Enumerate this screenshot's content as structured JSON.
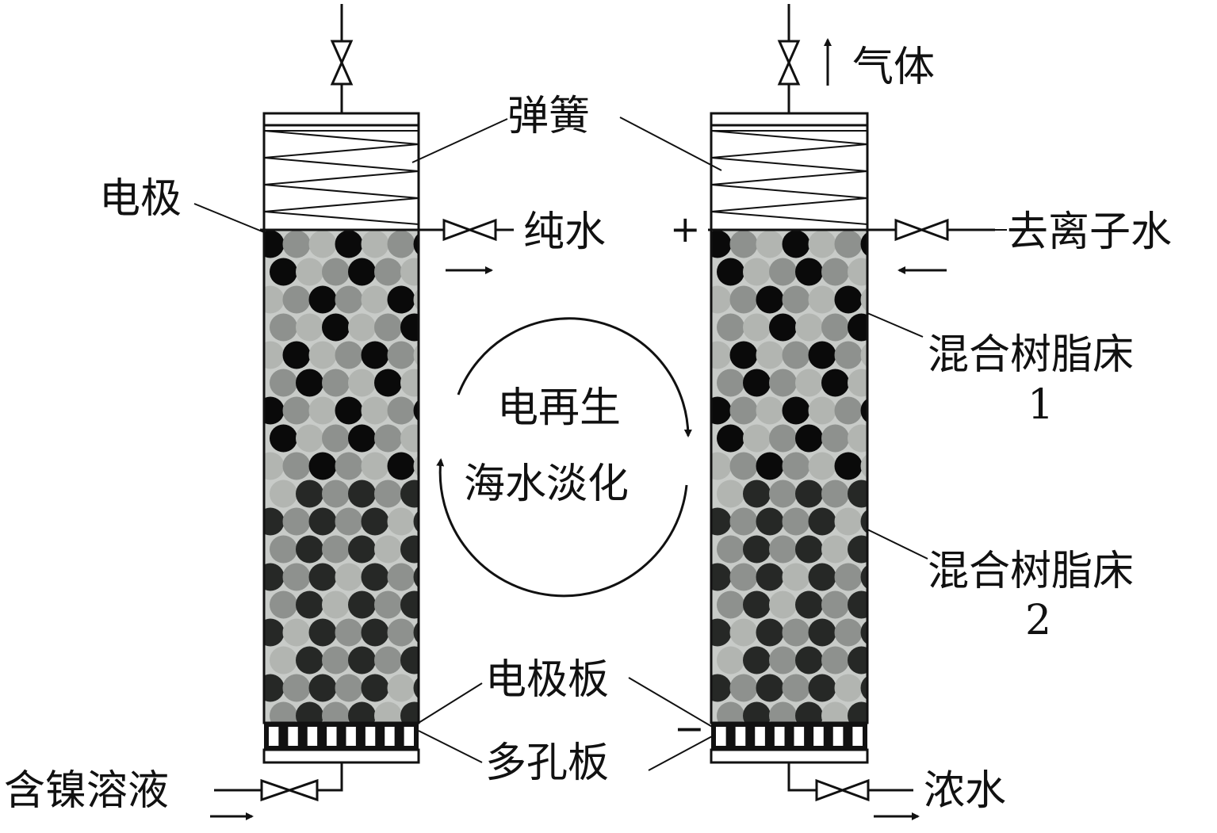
{
  "labels": {
    "spring": "弹簧",
    "electrode": "电极",
    "pure_water": "纯水",
    "deionized_water": "去离子水",
    "gas": "气体",
    "mixed_bed_1_line1": "混合树脂床",
    "mixed_bed_1_line2": "1",
    "mixed_bed_2_line1": "混合树脂床",
    "mixed_bed_2_line2": "2",
    "electro_regeneration": "电再生",
    "desalination": "海水淡化",
    "electrode_plate": "电极板",
    "porous_plate": "多孔板",
    "nickel_solution": "含镍溶液",
    "concentrate": "浓水",
    "plus_sign": "+",
    "minus_sign": "−"
  },
  "colors": {
    "line": "#111111",
    "bead_black": "#0a0a0a",
    "bead_dark": "#262826",
    "bead_gray": "#8e918e",
    "bead_light": "#b2b5b1",
    "resin_background": "#c8cbc8"
  }
}
